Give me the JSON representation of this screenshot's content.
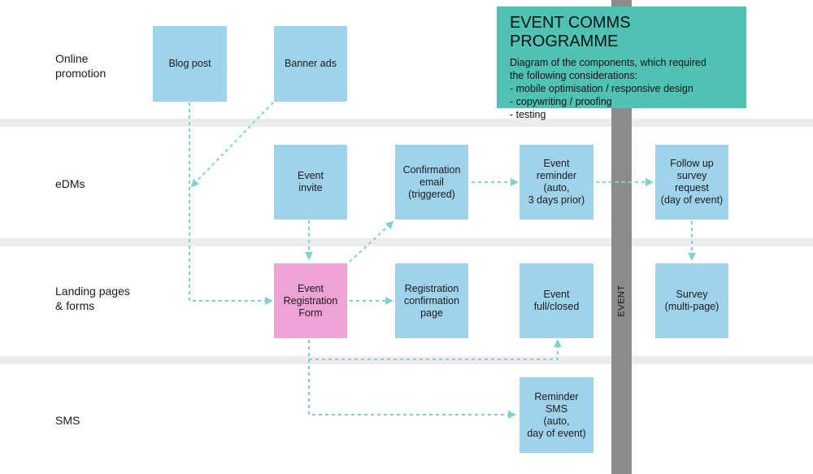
{
  "rows": [
    {
      "label": "Online\npromotion"
    },
    {
      "label": "eDMs"
    },
    {
      "label": "Landing pages\n& forms"
    },
    {
      "label": "SMS"
    }
  ],
  "boxes": {
    "blog_post": "Blog post",
    "banner_ads": "Banner ads",
    "event_invite": "Event\ninvite",
    "confirmation_email": "Confirmation\nemail\n(triggered)",
    "event_reminder": "Event\nreminder\n(auto,\n3 days prior)",
    "follow_up": "Follow up\nsurvey\nrequest\n(day of event)",
    "registration_form": "Event\nRegistration\nForm",
    "registration_confirmation": "Registration\nconfirmation\npage",
    "event_full": "Event\nfull/closed",
    "survey": "Survey\n(multi-page)",
    "reminder_sms": "Reminder\nSMS\n(auto,\nday of event)"
  },
  "event_label": "EVENT",
  "programme": {
    "title": "EVENT COMMS PROGRAMME",
    "description": "Diagram of the components, which required\nthe following considerations:",
    "considerations": [
      "- mobile optimisation / responsive design",
      "- copywriting / proofing",
      "- testing"
    ]
  },
  "colors": {
    "box": "#9fd3ec",
    "highlight_box": "#eda3d4",
    "title_box": "#4fc2b4",
    "event_bar": "#8c8c8c",
    "connector": "#7fd3cc",
    "band": "#ececec"
  }
}
